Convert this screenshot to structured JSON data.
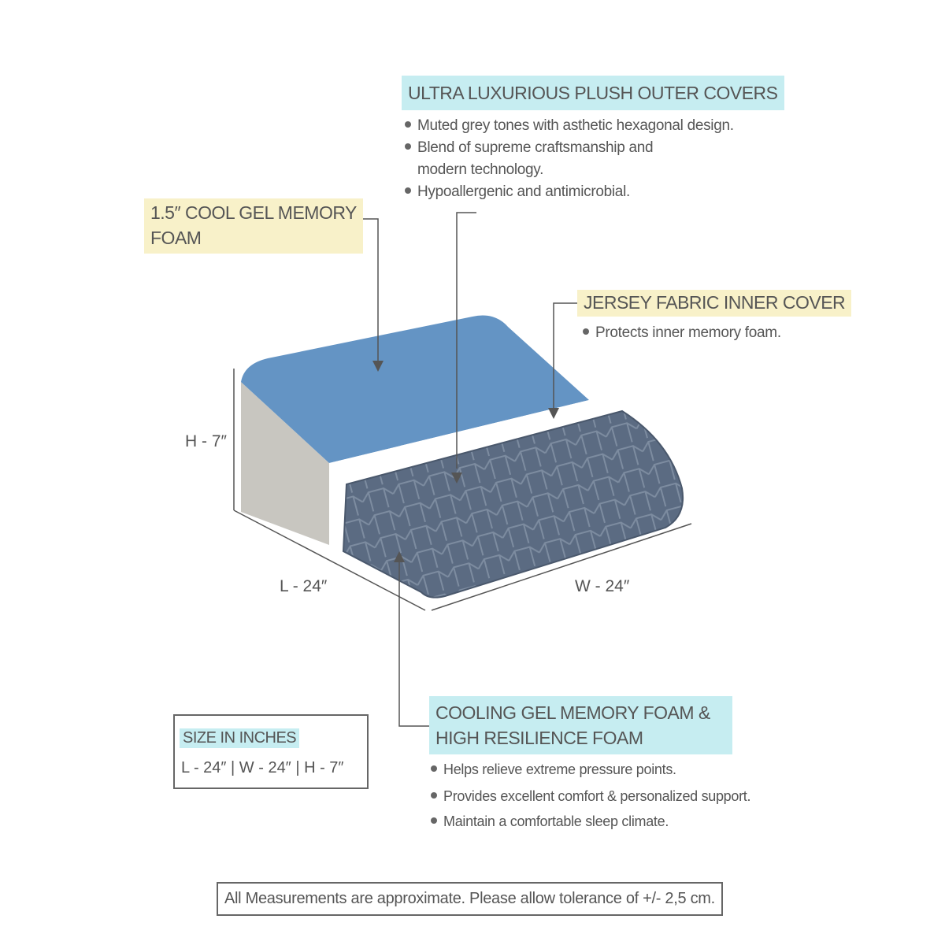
{
  "colors": {
    "gel_top": "#6494c4",
    "side": "#c8c6c0",
    "fabric": "#5b6b82",
    "highlight_cyan": "#c6edf1",
    "highlight_yellow": "#f8f1c9"
  },
  "outer_cover": {
    "title": "ULTRA LUXURIOUS PLUSH OUTER COVERS",
    "bullets": [
      "Muted grey tones with asthetic hexagonal design.",
      "Blend of supreme craftsmanship and",
      "modern technology.",
      "Hypoallergenic and antimicrobial."
    ]
  },
  "gel_foam": {
    "title_line1": "1.5″ COOL GEL MEMORY",
    "title_line2": "FOAM"
  },
  "inner_cover": {
    "title": "JERSEY FABRIC INNER COVER",
    "bullets": [
      "Protects inner memory foam."
    ]
  },
  "dimensions": {
    "height": "H - 7″",
    "length": "L - 24″",
    "width": "W - 24″"
  },
  "size_box": {
    "title": "SIZE IN INCHES",
    "value": "L - 24″ | W - 24″ | H - 7″"
  },
  "core_foam": {
    "title_line1": "COOLING GEL MEMORY FOAM &",
    "title_line2": "HIGH RESILIENCE FOAM",
    "bullets": [
      "Helps relieve extreme pressure points.",
      "Provides excellent comfort & personalized support.",
      "Maintain a comfortable sleep climate."
    ]
  },
  "footer": {
    "note": "All Measurements are approximate. Please allow tolerance of +/- 2,5 cm."
  }
}
